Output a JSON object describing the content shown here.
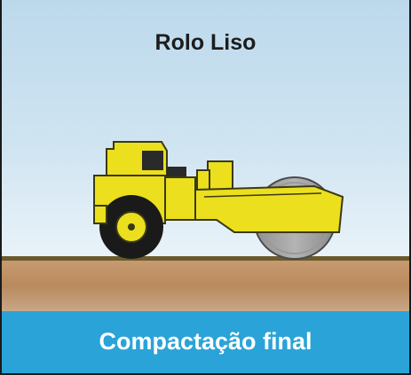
{
  "title": "Rolo Liso",
  "footer_label": "Compactação final",
  "illustration": {
    "subject": "smooth-drum-roller",
    "colors": {
      "body": "#ecdf1e",
      "outline": "#3a3a14",
      "tire": "#1a1a1a",
      "drum": "#a5a5a5",
      "soil": "#b98a5e",
      "grass_line": "#6b5a2c",
      "banner": "#2aa3d8"
    }
  }
}
